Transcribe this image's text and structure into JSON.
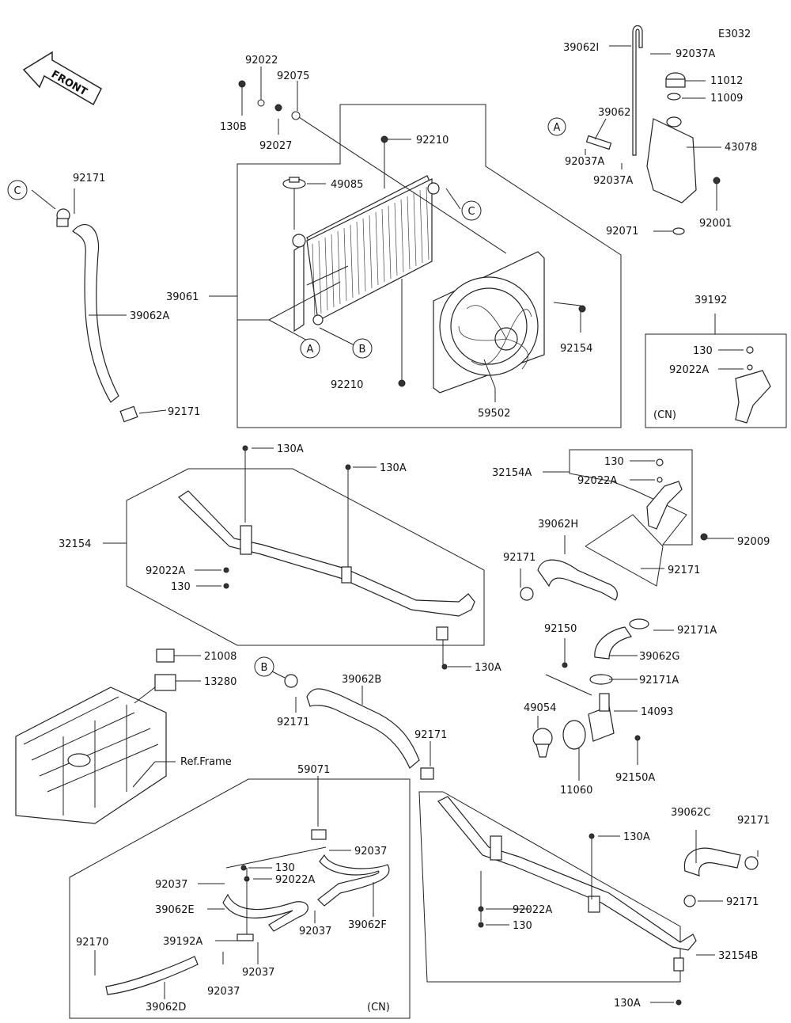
{
  "diagram": {
    "code": "E3032",
    "front": "FRONT",
    "labels": {
      "p39062I": "39062I",
      "p92037A_top": "92037A",
      "p11012": "11012",
      "p11009": "11009",
      "p43078": "43078",
      "p39062_small": "39062",
      "p92037A_a": "92037A",
      "p92037A_b": "92037A",
      "p92001": "92001",
      "p92071": "92071",
      "p92022_top": "92022",
      "p92075": "92075",
      "p130B": "130B",
      "p92027": "92027",
      "p92210_top": "92210",
      "p49085": "49085",
      "p92171_c": "92171",
      "p39061": "39061",
      "p39062A": "39062A",
      "p92154": "92154",
      "p92210_bot": "92210",
      "p59502": "59502",
      "p92171_mid": "92171",
      "p39192": "39192",
      "p130_cn": "130",
      "p92022A_cn": "92022A",
      "cn1": "(CN)",
      "p130A_1": "130A",
      "p130A_2": "130A",
      "p32154": "32154",
      "p92022A_l": "92022A",
      "p130_l": "130",
      "p130A_3": "130A",
      "p32154A": "32154A",
      "p130_r": "130",
      "p92022A_r": "92022A",
      "p39062H": "39062H",
      "p92171_h": "92171",
      "p92009": "92009",
      "p92171_r": "92171",
      "p92171A_1": "92171A",
      "p92150": "92150",
      "p39062G": "39062G",
      "p92171A_2": "92171A",
      "p21008": "21008",
      "p13280": "13280",
      "p39062B": "39062B",
      "p92171_b": "92171",
      "p92171_b2": "92171",
      "p49054": "49054",
      "p14093": "14093",
      "p11060": "11060",
      "p92150A": "92150A",
      "ref_frame": "Ref.Frame",
      "p59071": "59071",
      "p92037_1": "92037",
      "p130_cn2": "130",
      "p92037_2": "92037",
      "p92022A_cn2": "92022A",
      "p39062E": "39062E",
      "p39062F": "39062F",
      "p39192A": "39192A",
      "p92037_3": "92037",
      "p92170": "92170",
      "p92037_4": "92037",
      "p92037_5": "92037",
      "p39062D": "39062D",
      "cn2": "(CN)",
      "p39062C": "39062C",
      "p92171_cc": "92171",
      "p130A_4": "130A",
      "p92171_c2": "92171",
      "p92022A_b": "92022A",
      "p130_b": "130",
      "p32154B": "32154B",
      "p130A_5": "130A"
    },
    "callouts": {
      "A": "A",
      "B": "B",
      "C": "C"
    }
  }
}
